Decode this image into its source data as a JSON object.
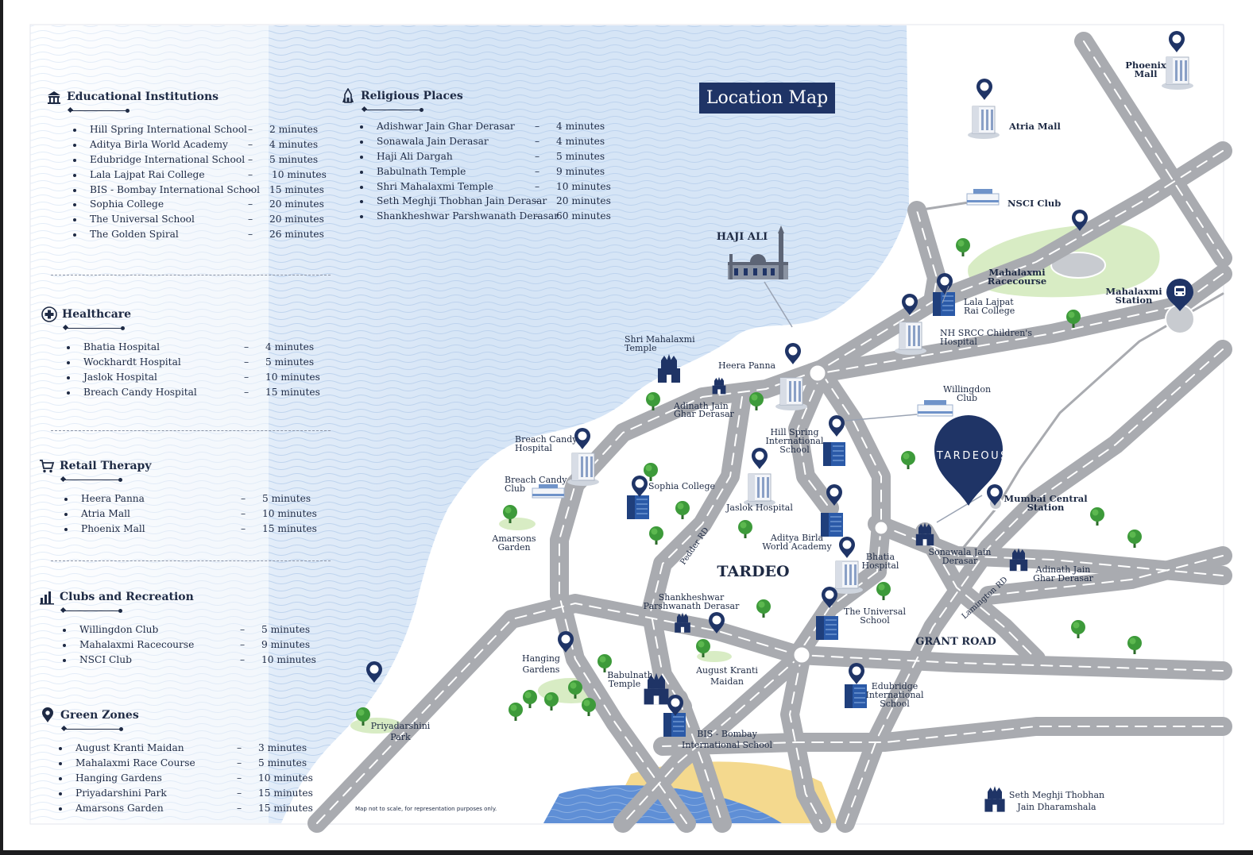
{
  "map": {
    "title": "Location Map",
    "note": "Map not to scale, for representation purposes only."
  },
  "legend": {
    "education": {
      "title": "Educational Institutions",
      "icon": "graduation-building-icon",
      "items": [
        {
          "name": "Hill Spring International School",
          "dash": "–",
          "time": "2 minutes"
        },
        {
          "name": "Aditya Birla World Academy",
          "dash": "–",
          "time": "4 minutes"
        },
        {
          "name": "Edubridge International School",
          "dash": "–",
          "time": "5 minutes"
        },
        {
          "name": "Lala Lajpat Rai College",
          "dash": "–",
          "time": "10 minutes"
        },
        {
          "name": "BIS - Bombay International School",
          "dash": "–",
          "time": "15 minutes"
        },
        {
          "name": "Sophia College",
          "dash": "–",
          "time": "20 minutes"
        },
        {
          "name": "The Universal School",
          "dash": "–",
          "time": "20 minutes"
        },
        {
          "name": "The Golden Spiral",
          "dash": "–",
          "time": "26 minutes"
        }
      ]
    },
    "religious": {
      "title": "Religious Places",
      "icon": "temple-icon",
      "items": [
        {
          "name": "Adishwar Jain Ghar Derasar",
          "dash": "–",
          "time": "4 minutes"
        },
        {
          "name": "Sonawala Jain Derasar",
          "dash": "–",
          "time": "4 minutes"
        },
        {
          "name": "Haji Ali Dargah",
          "dash": "–",
          "time": "5 minutes"
        },
        {
          "name": "Babulnath Temple",
          "dash": "–",
          "time": "9 minutes"
        },
        {
          "name": "Shri Mahalaxmi Temple",
          "dash": "–",
          "time": "10 minutes"
        },
        {
          "name": "Seth Meghji Thobhan Jain Derasar",
          "dash": "–",
          "time": "20 minutes"
        },
        {
          "name": "Shankheshwar Parshwanath Derasar",
          "dash": "–",
          "time": "60 minutes"
        }
      ]
    },
    "healthcare": {
      "title": "Healthcare",
      "icon": "medical-cross-icon",
      "items": [
        {
          "name": "Bhatia Hospital",
          "dash": "–",
          "time": "4 minutes"
        },
        {
          "name": "Wockhardt Hospital",
          "dash": "–",
          "time": "5 minutes"
        },
        {
          "name": "Jaslok Hospital",
          "dash": "–",
          "time": "10 minutes"
        },
        {
          "name": "Breach Candy Hospital",
          "dash": "–",
          "time": "15 minutes"
        }
      ]
    },
    "retail": {
      "title": "Retail Therapy",
      "icon": "shopping-cart-icon",
      "items": [
        {
          "name": "Heera Panna",
          "dash": "–",
          "time": "5 minutes"
        },
        {
          "name": "Atria Mall",
          "dash": "–",
          "time": "10 minutes"
        },
        {
          "name": "Phoenix Mall",
          "dash": "–",
          "time": "15 minutes"
        }
      ]
    },
    "clubs": {
      "title": "Clubs and Recreation",
      "icon": "bar-chart-icon",
      "items": [
        {
          "name": "Willingdon Club",
          "dash": "–",
          "time": "5 minutes"
        },
        {
          "name": "Mahalaxmi Racecourse",
          "dash": "–",
          "time": "9 minutes"
        },
        {
          "name": "NSCI Club",
          "dash": "–",
          "time": "10 minutes"
        }
      ]
    },
    "green": {
      "title": "Green Zones",
      "icon": "map-pin-icon",
      "items": [
        {
          "name": "August Kranti Maidan",
          "dash": "–",
          "time": "3 minutes"
        },
        {
          "name": "Mahalaxmi Race Course",
          "dash": "–",
          "time": "5 minutes"
        },
        {
          "name": "Hanging Gardens",
          "dash": "–",
          "time": "10 minutes"
        },
        {
          "name": "Priyadarshini Park",
          "dash": "–",
          "time": "15 minutes"
        },
        {
          "name": "Amarsons Garden",
          "dash": "–",
          "time": "15 minutes"
        }
      ]
    }
  },
  "places": {
    "haji_ali": "HAJI  ALI",
    "stardeous": "STARDEOUS",
    "tardeo": "TARDEO",
    "grant_road": "GRANT ROAD",
    "pedder_rd": "Pedder RD",
    "lamington_rd": "Lamington RD",
    "phoenix_1": "Phoenix",
    "phoenix_2": "Mall",
    "atria": "Atria Mall",
    "nsci": "NSCI Club",
    "racecourse_1": "Mahalaxmi",
    "racecourse_2": "Racecourse",
    "station_1": "Mahalaxmi",
    "station_2": "Station",
    "lala_1": "Lala Lajpat",
    "lala_2": "Rai College",
    "nh_1": "NH SRCC Children's",
    "nh_2": "Hospital",
    "mahalaxmi_temple_1": "Shri Mahalaxmi",
    "mahalaxmi_temple_2": "Temple",
    "heera": "Heera Panna",
    "adinath_1": "Adinath Jain",
    "adinath_2": "Ghar Derasar",
    "willingdon_1": "Willingdon",
    "willingdon_2": "Club",
    "breach_hosp_1": "Breach Candy",
    "breach_hosp_2": "Hospital",
    "hill_1": "Hill Spring",
    "hill_2": "International",
    "hill_3": "School",
    "breach_club_1": "Breach Candy",
    "breach_club_2": "Club",
    "sophia": "Sophia College",
    "jaslok": "Jaslok Hospital",
    "mumbai_central_1": "Mumbai Central",
    "mumbai_central_2": "Station",
    "amarsons_1": "Amarsons",
    "amarsons_2": "Garden",
    "aditya_1": "Aditya Birla",
    "aditya_2": "World Academy",
    "sonawala_1": "Sonawala Jain",
    "sonawala_2": "Derasar",
    "adinath_e_1": "Adinath Jain",
    "adinath_e_2": "Ghar Derasar",
    "bhatia_1": "Bhatia",
    "bhatia_2": "Hospital",
    "shankheshwar_1": "Shankheshwar",
    "shankheshwar_2": "Parshwanath Derasar",
    "universal_1": "The Universal",
    "universal_2": "School",
    "hanging_1": "Hanging",
    "hanging_2": "Gardens",
    "babulnath_1": "Babulnath",
    "babulnath_2": "Temple",
    "august_1": "August Kranti",
    "august_2": "Maidan",
    "edubridge_1": "Edubridge",
    "edubridge_2": "International",
    "edubridge_3": "School",
    "priyadarshini_1": "Priyadarshini",
    "priyadarshini_2": "Park",
    "bis_1": "BIS - Bombay",
    "bis_2": "International School",
    "seth_1": "Seth Meghji Thobhan",
    "seth_2": "Jain Dharamshala"
  },
  "colors": {
    "navy": "#1f3466",
    "sea": "#dbe8f7",
    "road": "#a9abb0",
    "park": "#d8ecc4",
    "sand": "#f4d98e",
    "tree": "#3d9a3a"
  }
}
